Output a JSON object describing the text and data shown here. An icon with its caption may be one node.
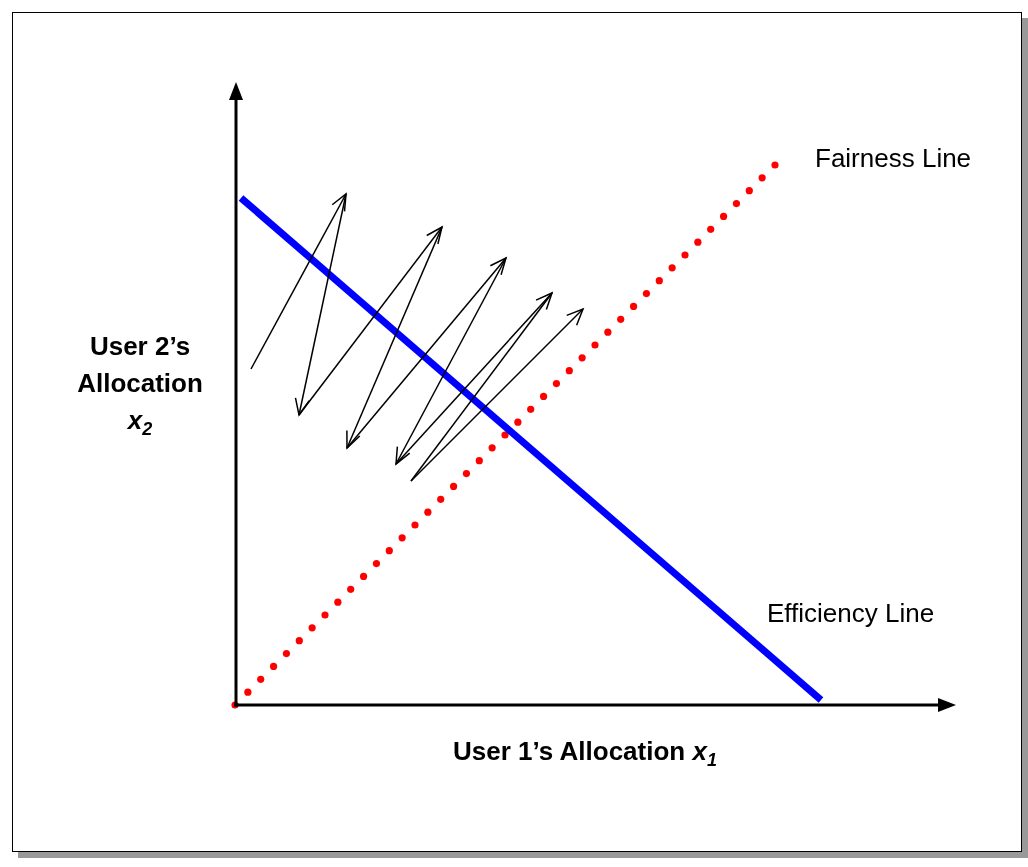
{
  "diagram": {
    "labels": [
      "Fairness Line",
      "User 2’s Allocation *x*$_{2}$",
      "Efficiency Line",
      "User 1’s Allocation *x*$_{1}$"
    ]
  }
}
